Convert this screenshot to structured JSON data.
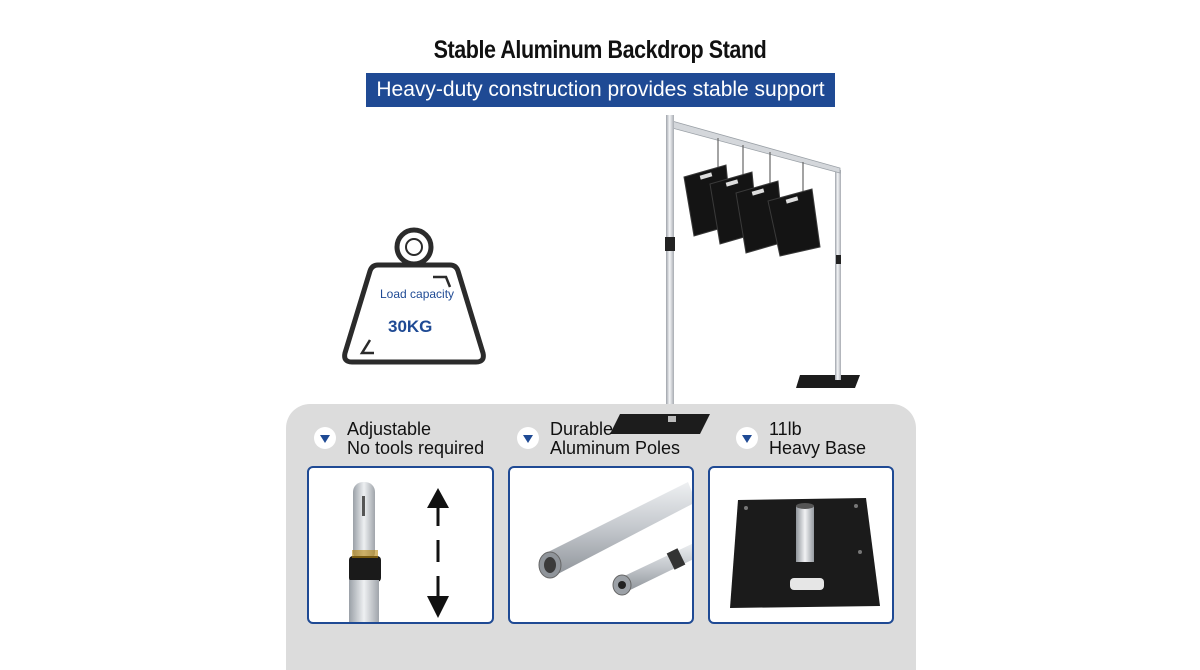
{
  "header": {
    "title": "Stable Aluminum Backdrop Stand",
    "banner": "Heavy-duty construction provides stable support"
  },
  "load_capacity": {
    "label": "Load capacity",
    "value": "30KG"
  },
  "features": [
    {
      "line1": "Adjustable",
      "line2": "No tools required",
      "icon": "chevron-down-icon"
    },
    {
      "line1": "Durable",
      "line2": "Aluminum Poles",
      "icon": "chevron-down-icon"
    },
    {
      "line1": "11lb",
      "line2": "Heavy Base",
      "icon": "chevron-down-icon"
    }
  ],
  "colors": {
    "accent": "#1f4a94",
    "panel": "#dcdcdc",
    "pole": "#c9ccd1",
    "base": "#1c1c1c"
  }
}
